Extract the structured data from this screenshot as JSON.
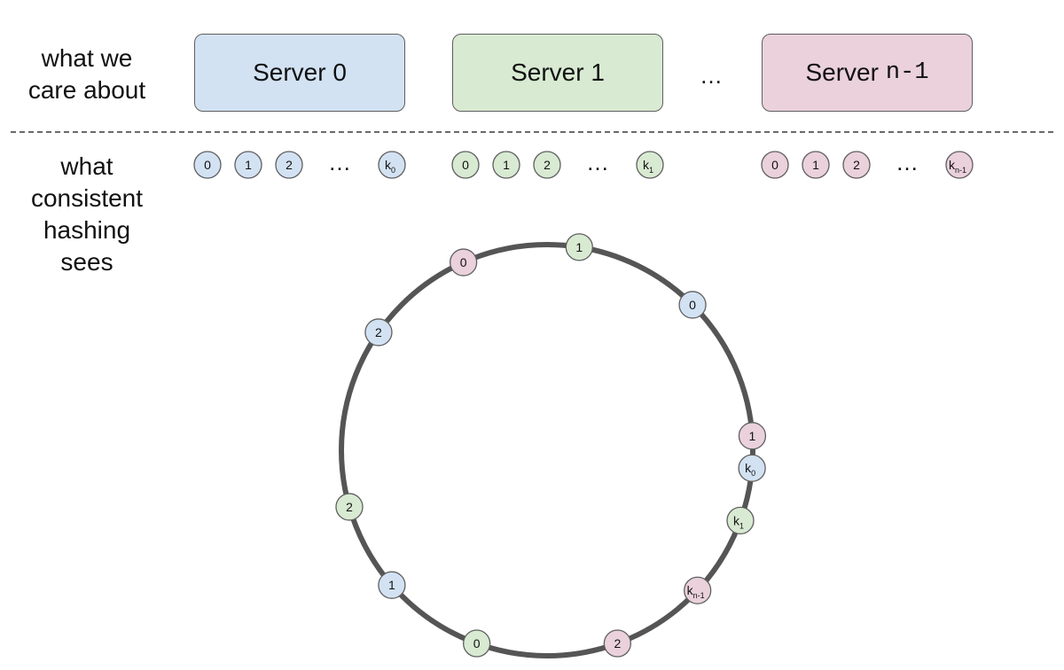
{
  "labels": {
    "top": [
      "what we",
      "care about"
    ],
    "bottom": [
      "what",
      "consistent",
      "hashing",
      "sees"
    ]
  },
  "servers": [
    {
      "label": "Server 0",
      "mono": "",
      "color": "#d3e2f3"
    },
    {
      "label": "Server 1",
      "mono": "",
      "color": "#d8ead2"
    },
    {
      "label": "Server",
      "mono": "n-1",
      "color": "#ead1dc"
    }
  ],
  "ellipsis": "…",
  "colors": {
    "blue": "#d3e2f3",
    "green": "#d8ead2",
    "pink": "#ead1dc",
    "ring": "#555555",
    "stroke": "#5f5f5f"
  },
  "vnode_rows": [
    {
      "color": "blue",
      "nodes": [
        {
          "t": "0"
        },
        {
          "t": "1"
        },
        {
          "t": "2"
        },
        {
          "t": "k",
          "sub": "0"
        }
      ]
    },
    {
      "color": "green",
      "nodes": [
        {
          "t": "0"
        },
        {
          "t": "1"
        },
        {
          "t": "2"
        },
        {
          "t": "k",
          "sub": "1"
        }
      ]
    },
    {
      "color": "pink",
      "nodes": [
        {
          "t": "0"
        },
        {
          "t": "1"
        },
        {
          "t": "2"
        },
        {
          "t": "k",
          "sub": "n-1"
        }
      ]
    }
  ],
  "ring_nodes": [
    {
      "color": "green",
      "t": "1",
      "angle_deg": 81
    },
    {
      "color": "blue",
      "t": "0",
      "angle_deg": 45
    },
    {
      "color": "pink",
      "t": "1",
      "angle_deg": 4
    },
    {
      "color": "blue",
      "t": "k",
      "sub": "0",
      "angle_deg": -5
    },
    {
      "color": "green",
      "t": "k",
      "sub": "1",
      "angle_deg": -20
    },
    {
      "color": "pink",
      "t": "k",
      "sub": "n-1",
      "angle_deg": -43
    },
    {
      "color": "pink",
      "t": "2",
      "angle_deg": -70
    },
    {
      "color": "green",
      "t": "0",
      "angle_deg": -110
    },
    {
      "color": "blue",
      "t": "1",
      "angle_deg": -139
    },
    {
      "color": "green",
      "t": "2",
      "angle_deg": -164
    },
    {
      "color": "blue",
      "t": "2",
      "angle_deg": 145
    },
    {
      "color": "pink",
      "t": "0",
      "angle_deg": 114
    }
  ]
}
